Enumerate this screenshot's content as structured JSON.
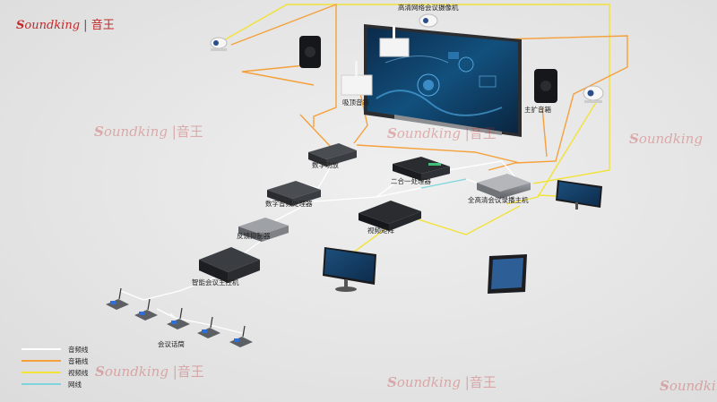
{
  "brand": {
    "prefix": "S",
    "word": "oundking",
    "separator": "|",
    "cn": "音王"
  },
  "labels": {
    "camera_network": "高清网络会议摄像机",
    "ceiling_speaker": "吸顶音箱",
    "main_speaker": "主扩音箱",
    "digital_power_amp": "数字功放",
    "two_in_one_processor": "二合一处理器",
    "digital_audio_processor": "数字音频处理器",
    "hd_recording_host": "全高清会议录播主机",
    "feedback_suppressor": "反馈抑制器",
    "video_matrix": "视频矩阵",
    "conference_host": "智能会议主控机",
    "conference_mic": "会议话筒"
  },
  "legend": [
    {
      "label": "音频线",
      "color": "#ffffff"
    },
    {
      "label": "音箱线",
      "color": "#f5a03a"
    },
    {
      "label": "视频线",
      "color": "#f2e23a"
    },
    {
      "label": "网线",
      "color": "#7fd4dc"
    }
  ],
  "colors": {
    "audio": "#ffffff",
    "speaker": "#f5a03a",
    "video": "#f2e23a",
    "network": "#7fd4dc",
    "brand": "#c22a2a"
  }
}
